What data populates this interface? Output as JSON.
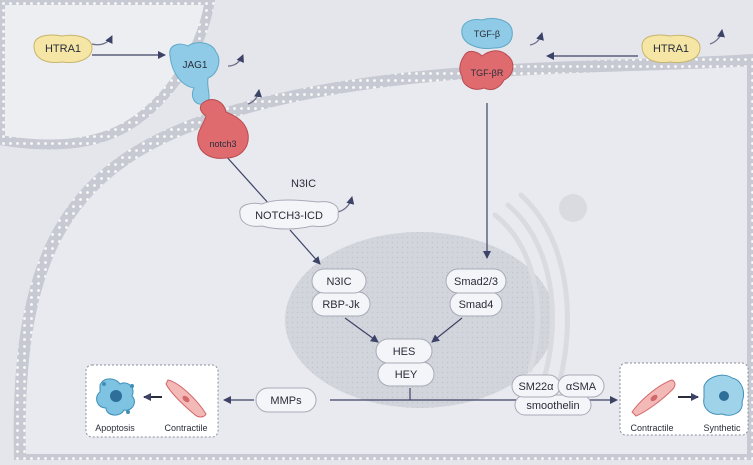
{
  "colors": {
    "background": "#e4e6ec",
    "cell": "#e8eaef",
    "nucleus": "#d3d5dc",
    "membrane_outer": "#c7cad3",
    "htra1": "#f5e6a6",
    "jag1": "#8fcbe6",
    "notch3": "#df6b6f",
    "tgfb": "#8fcbe6",
    "tgfbr": "#df6b6f",
    "arrow": "#3d4366",
    "pill": "#f4f5f8"
  },
  "molecules": {
    "htra1_left": "HTRA1",
    "htra1_right": "HTRA1",
    "jag1": "JAG1",
    "notch3": "notch3",
    "tgfb": "TGF-β",
    "tgfbr": "TGF-βR",
    "n3ic_free": "N3IC",
    "notch3_icd": "NOTCH3-ICD",
    "n3ic_nuc": "N3IC",
    "rbpjk": "RBP-Jk",
    "smad23": "Smad2/3",
    "smad4": "Smad4",
    "hes": "HES",
    "hey": "HEY",
    "mmps": "MMPs",
    "sm22a": "SM22α",
    "asma": "αSMA",
    "smoothelin": "smoothelin"
  },
  "left_box": {
    "label_1": "Apoptosis",
    "label_2": "Contractile"
  },
  "right_box": {
    "label_1": "Contractile",
    "label_2": "Synthetic"
  }
}
